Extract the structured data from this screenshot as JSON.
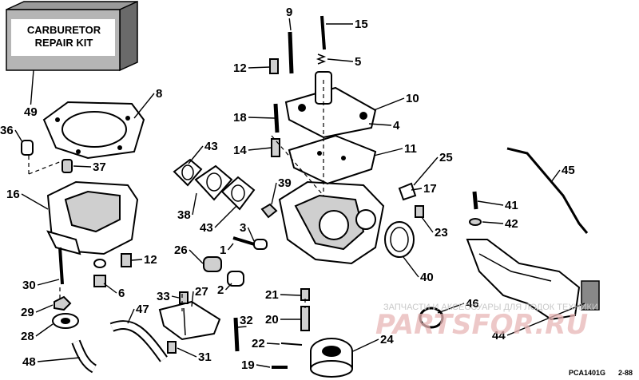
{
  "kit": {
    "line1": "CARBURETOR",
    "line2": "REPAIR KIT"
  },
  "callouts": [
    "1",
    "2",
    "3",
    "4",
    "5",
    "6",
    "8",
    "9",
    "10",
    "11",
    "12",
    "12",
    "14",
    "15",
    "16",
    "17",
    "18",
    "19",
    "20",
    "21",
    "22",
    "23",
    "24",
    "25",
    "26",
    "27",
    "28",
    "29",
    "30",
    "31",
    "32",
    "33",
    "36",
    "37",
    "38",
    "39",
    "40",
    "41",
    "42",
    "43",
    "43",
    "44",
    "45",
    "46",
    "47",
    "48",
    "49"
  ],
  "footer": {
    "code": "PCA1401G",
    "date": "2-88"
  },
  "watermark": {
    "text": "ЗАПЧАСТИ И АКСЕССУАРЫ ДЛЯ ЛОДОК ТЕХНИКИ",
    "brand": "PARTSFOR.RU"
  }
}
